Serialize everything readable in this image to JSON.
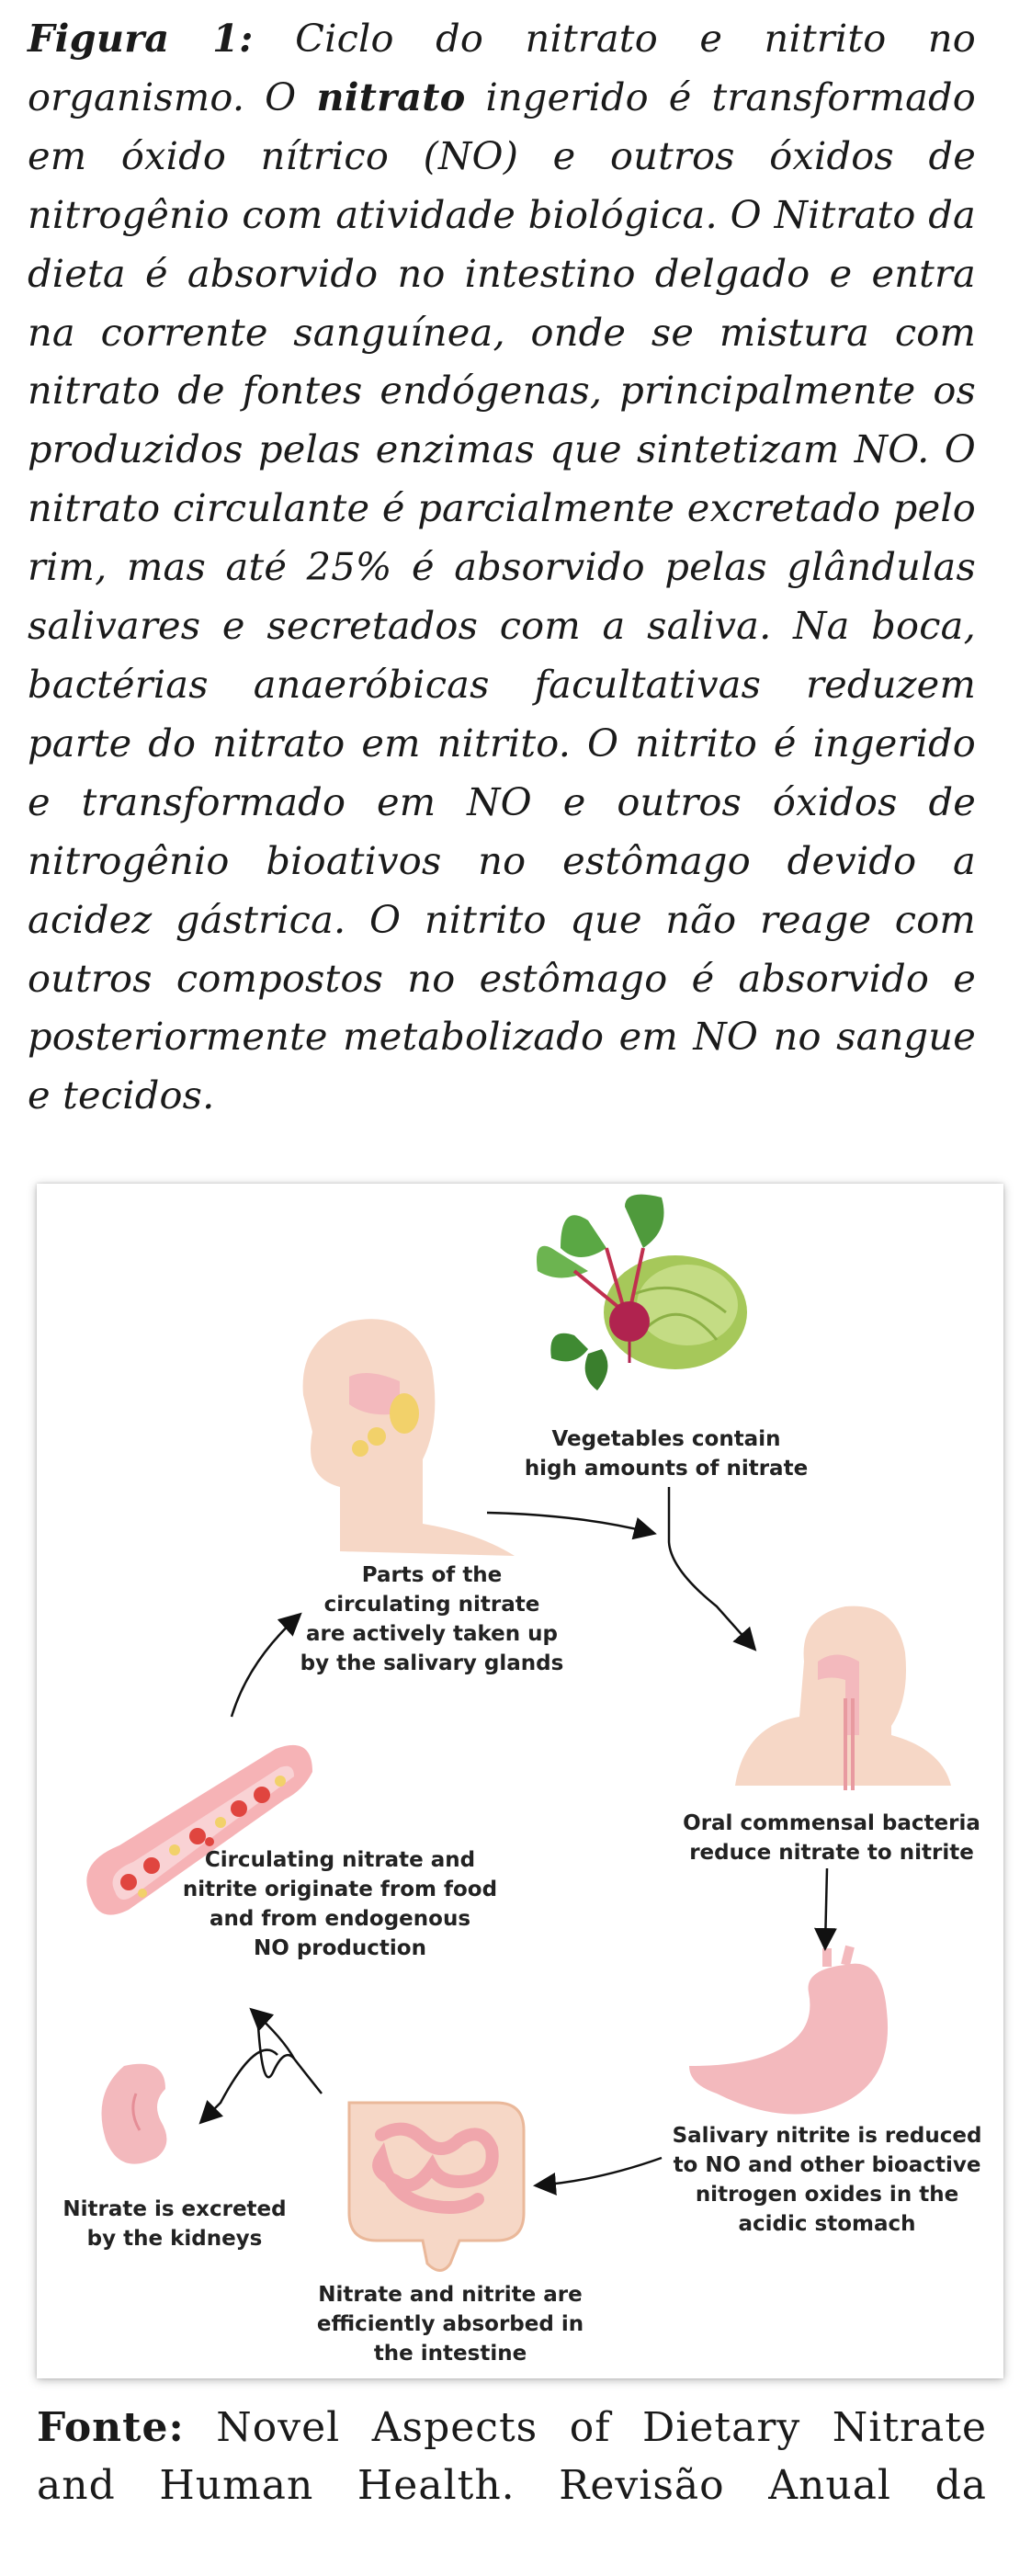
{
  "caption": {
    "label": "Figura 1:",
    "part1": "Ciclo do nitrato e nitrito no organismo. O",
    "bold_word": "nitrato",
    "part2": "ingerido é transformado em óxido nítrico (NO) e outros óxidos de nitrogênio com atividade biológica. O Nitrato da dieta é absorvido no intestino delgado e entra na corrente sanguínea, onde se mistura com nitrato de fontes endógenas, principalmente os produzidos pelas enzimas que sintetizam NO. O nitrato circulante é parcialmente excretado pelo rim, mas até 25% é absorvido pelas glândulas salivares e secretados com a saliva. Na boca, bactérias anaeróbicas facultativas reduzem parte do nitrato em nitrito. O nitrito é ingerido e transformado em NO e outros óxidos de nitrogênio bioativos no estômago devido a acidez gástrica. O nitrito que não reage com outros compostos no estômago é absorvido e posteriormente metabolizado em NO no sangue e tecidos."
  },
  "figure": {
    "labels": {
      "vegetables": "Vegetables contain\nhigh amounts of nitrate",
      "salivary": "Parts of the\ncirculating nitrate\nare actively taken up\nby the salivary glands",
      "oral": "Oral commensal bacteria\nreduce nitrate to nitrite",
      "circulating": "Circulating nitrate and\nnitrite originate from food\nand from endogenous\nNO production",
      "stomach": "Salivary nitrite is reduced\nto NO and other bioactive\nnitrogen oxides in the\nacidic stomach",
      "kidneys": "Nitrate is excreted\nby the kidneys",
      "intestine": "Nitrate and nitrite are\nefficiently absorbed in\nthe intestine"
    },
    "colors": {
      "skin": "#f6d7c6",
      "organ_pink": "#f3b9bd",
      "vessel_red": "#e0453f",
      "leaf_green": "#4f9a3c",
      "cabbage_green": "#a6c85a",
      "beet_purple": "#b0234f"
    }
  },
  "source": {
    "label": "Fonte:",
    "text": "Novel Aspects of Dietary Nitrate and Human Health. Revisão Anual da"
  }
}
